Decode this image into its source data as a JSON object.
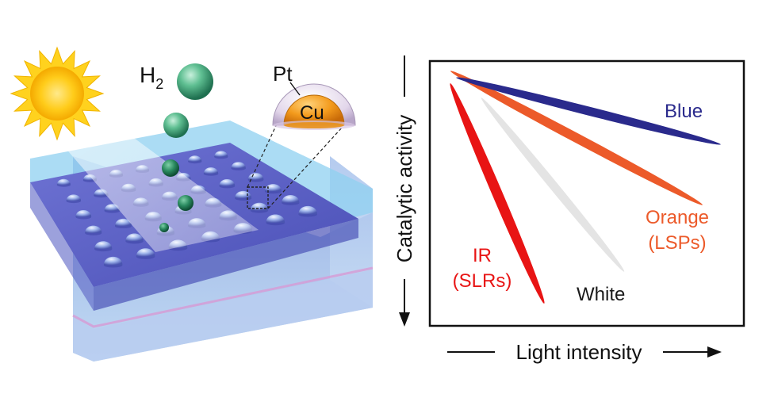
{
  "illustration": {
    "gas_label": "H",
    "gas_subscript": "2",
    "shell_label": "Pt",
    "core_label": "Cu"
  },
  "chart": {
    "y_axis_label": "Catalytic activity",
    "x_axis_label": "Light intensity",
    "series": [
      {
        "label_line1": "Blue",
        "label_line2": "",
        "color": "#2a2a8c"
      },
      {
        "label_line1": "Orange",
        "label_line2": "(LSPs)",
        "color": "#ec5a2a"
      },
      {
        "label_line1": "White",
        "label_line2": "",
        "color": "#1a1a1a",
        "fill": "#e2e2e2"
      },
      {
        "label_line1": "IR",
        "label_line2": "(SLRs)",
        "color": "#e81414"
      }
    ]
  },
  "colors": {
    "sun": "#ffd21e",
    "substrate_top": "#5c62c8",
    "glass": "#9fd6f2",
    "copper": "#f0a020",
    "h2_bubble": "#3aa57a"
  }
}
